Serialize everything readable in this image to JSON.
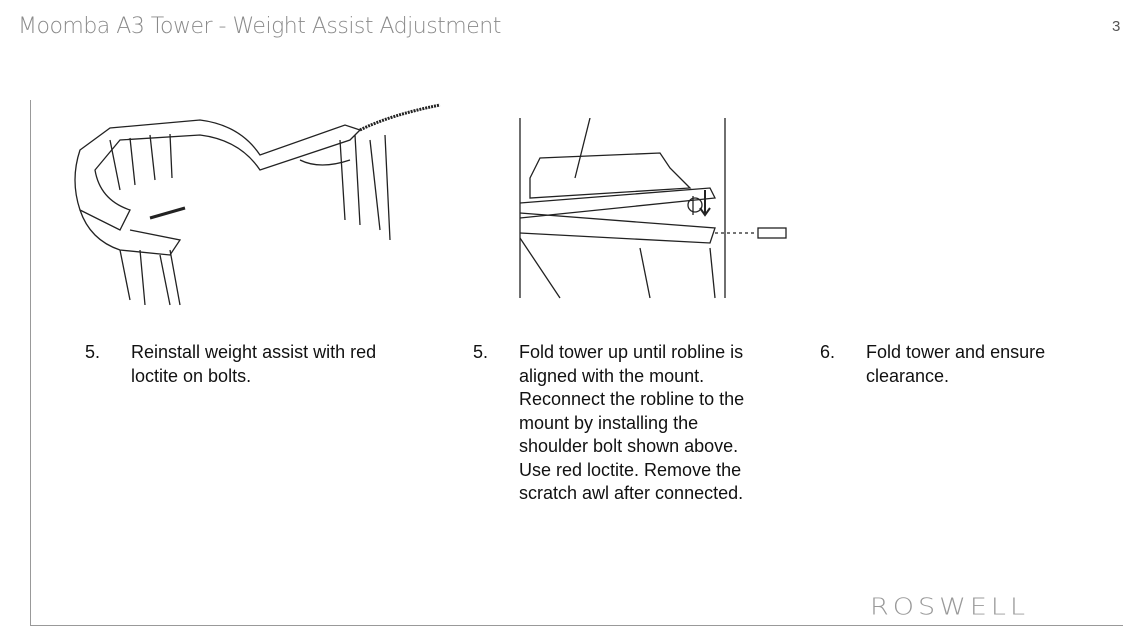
{
  "header": {
    "title": "Moomba A3 Tower - Weight Assist Adjustment",
    "page_number": "3"
  },
  "steps": [
    {
      "number": "5.",
      "lines": [
        "Reinstall weight assist with red",
        "loctite on bolts."
      ]
    },
    {
      "number": "5.",
      "lines": [
        "Fold tower up until robline is",
        "aligned with the mount.",
        "Reconnect the robline to the",
        "mount by installing the",
        "shoulder bolt shown above.",
        "Use red loctite.  Remove the",
        "scratch awl after connected."
      ]
    },
    {
      "number": "6.",
      "lines": [
        "Fold tower and ensure",
        "clearance."
      ]
    }
  ],
  "footer": {
    "logo": "ROSWELL"
  }
}
